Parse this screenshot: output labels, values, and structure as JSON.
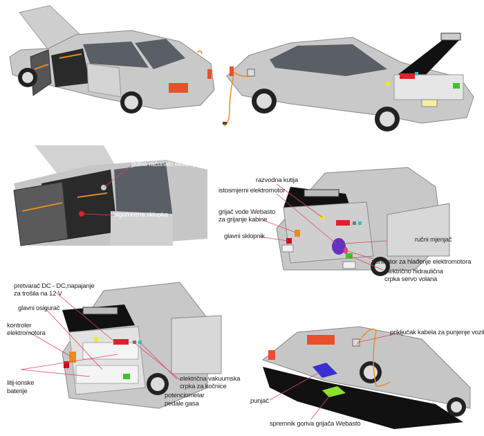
{
  "title": "Electric car conversion components",
  "colors": {
    "body": "#c9c9c9",
    "body_dark": "#9a9a9a",
    "glass": "#555a60",
    "interior": "#2a2a2a",
    "trim_orange": "#e08a2a",
    "leader_line": "#d9485f",
    "cable": "#f08a1c",
    "tail_light": "#e8502a",
    "motor": "#6a2fbf",
    "fan": "#e0407a",
    "junction_box": "#f2e81c",
    "heater": "#f08a1c",
    "contactor": "#c8101e",
    "dcdc": "#e0202a",
    "pump": "#3fc22a",
    "charger": "#3a2fd0",
    "fuel_tank": "#8be030",
    "teal_module": "#30c0c0"
  },
  "panels": [
    {
      "id": "overview-interior",
      "caption": ""
    },
    {
      "id": "overview-charging",
      "caption": ""
    },
    {
      "id": "interior-detail",
      "labels": [
        "putno računalo elektropogona",
        "sigurnosna sklopka"
      ]
    },
    {
      "id": "front-compartment",
      "labels": [
        "razvodna kutija",
        "istosmjerni elektromotor",
        "grijač vode Webasto",
        "za grijanje kabine",
        "glavni sklopnik",
        "ručni mjenjač",
        "ventilator za hlađenje elektromotora",
        "električno hidraulična",
        "crpka servo volana"
      ]
    },
    {
      "id": "rear-compartment",
      "labels": [
        "pretvarač DC - DC,napajanje",
        "za trošila na 12 V",
        "glavni osigurač",
        "kontroler",
        "elektromotora",
        "litij-ionske",
        "baterije",
        "električna vakuumska",
        "crpka za kočnice",
        "potenciometar",
        "pedale gasa"
      ]
    },
    {
      "id": "underbody",
      "labels": [
        "priključak kabela za punjenje vozila",
        "punjač",
        "spremnik goriva grijača Webasto"
      ]
    }
  ]
}
